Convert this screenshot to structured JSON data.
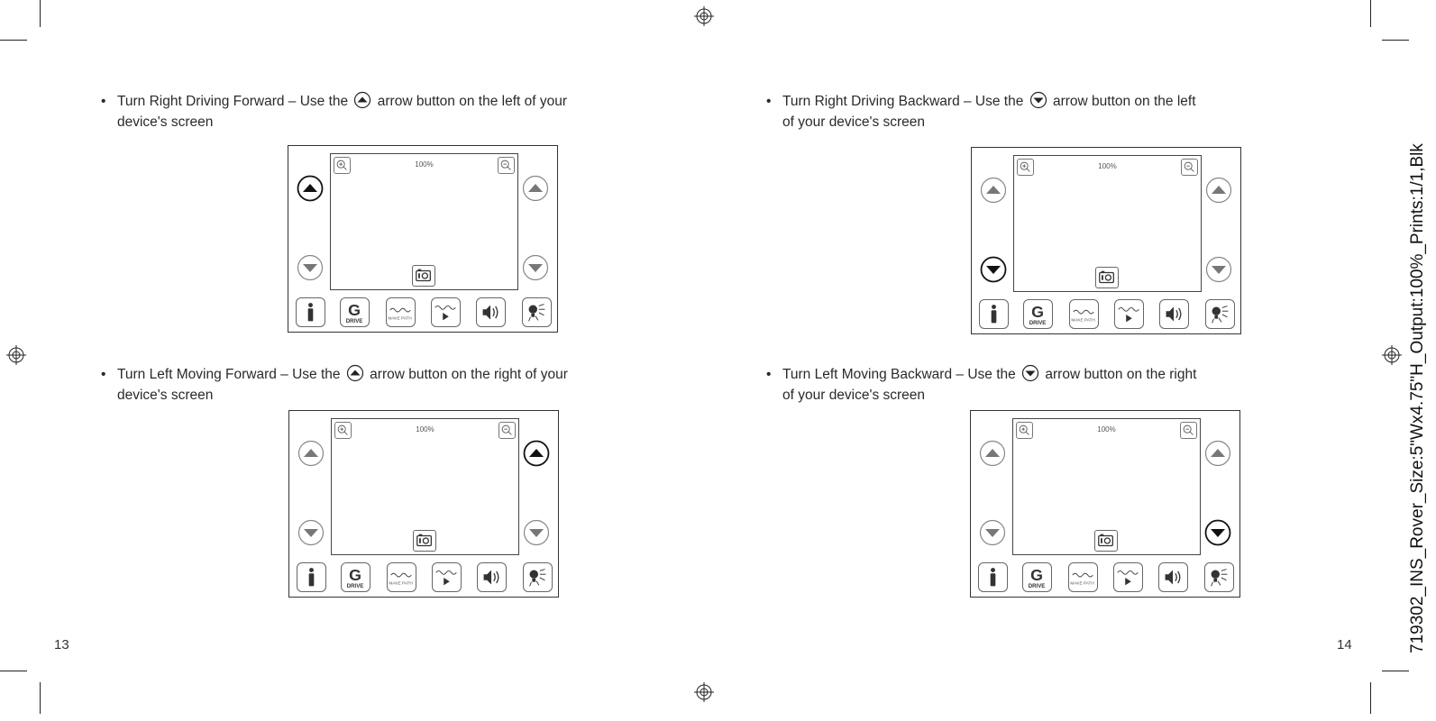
{
  "pages": [
    {
      "number": "13",
      "items": [
        {
          "text_before": "Turn Right Driving Forward – Use the",
          "text_after": "arrow button on the left of your",
          "text_line2": "device's screen",
          "arrow_icon": "up-arrow-icon",
          "highlight": "left-up"
        },
        {
          "text_before": "Turn Left Moving Forward – Use the",
          "text_after": "arrow button on the right of your",
          "text_line2": "device's screen",
          "arrow_icon": "up-arrow-icon",
          "highlight": "right-up"
        }
      ]
    },
    {
      "number": "14",
      "items": [
        {
          "text_before": "Turn Right Driving Backward – Use the",
          "text_after": "arrow button on the left",
          "text_line2": "of your device's screen",
          "arrow_icon": "down-arrow-icon",
          "highlight": "left-down"
        },
        {
          "text_before": "Turn Left Moving Backward – Use the",
          "text_after": "arrow button on the right",
          "text_line2": "of your device's screen",
          "arrow_icon": "down-arrow-icon",
          "highlight": "right-down"
        }
      ]
    }
  ],
  "device": {
    "zoom_label": "100%",
    "make_path_label": "MAKE PATH",
    "drive_label": "DRIVE",
    "drive_letter": "G",
    "info_letter": "i"
  },
  "slug": "719302_INS_Rover_Size:5\"Wx4.75\"H_Output:100%_Prints:1/1,Blk",
  "colors": {
    "ink": "#222222",
    "muted": "#777777"
  }
}
